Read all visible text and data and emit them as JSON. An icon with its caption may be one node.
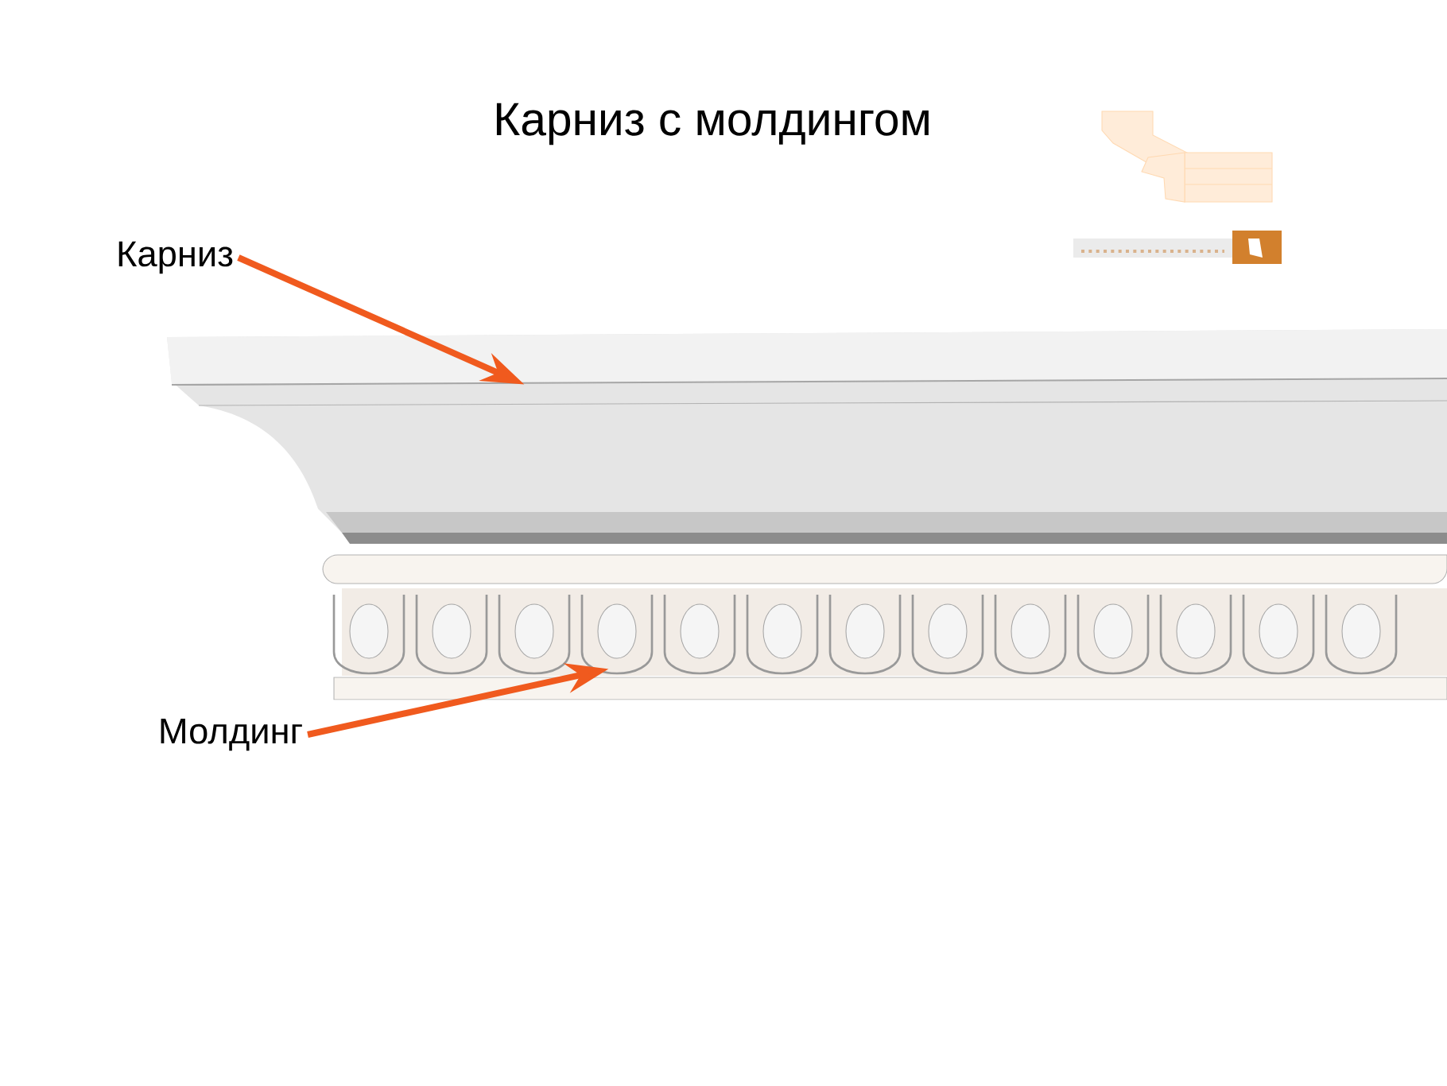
{
  "diagram": {
    "title": "Карниз с молдингом",
    "nodes": [
      {
        "text": [
          "Карниз"
        ]
      },
      {
        "text": [],
        "shape": "picture"
      },
      {
        "text": [
          "Молдинг"
        ]
      },
      {
        "text": [],
        "shape": "picture"
      }
    ],
    "edges": [
      {
        "from": 0,
        "to": 1,
        "arrow": "to"
      },
      {
        "from": 2,
        "to": 3,
        "arrow": "to"
      }
    ]
  }
}
